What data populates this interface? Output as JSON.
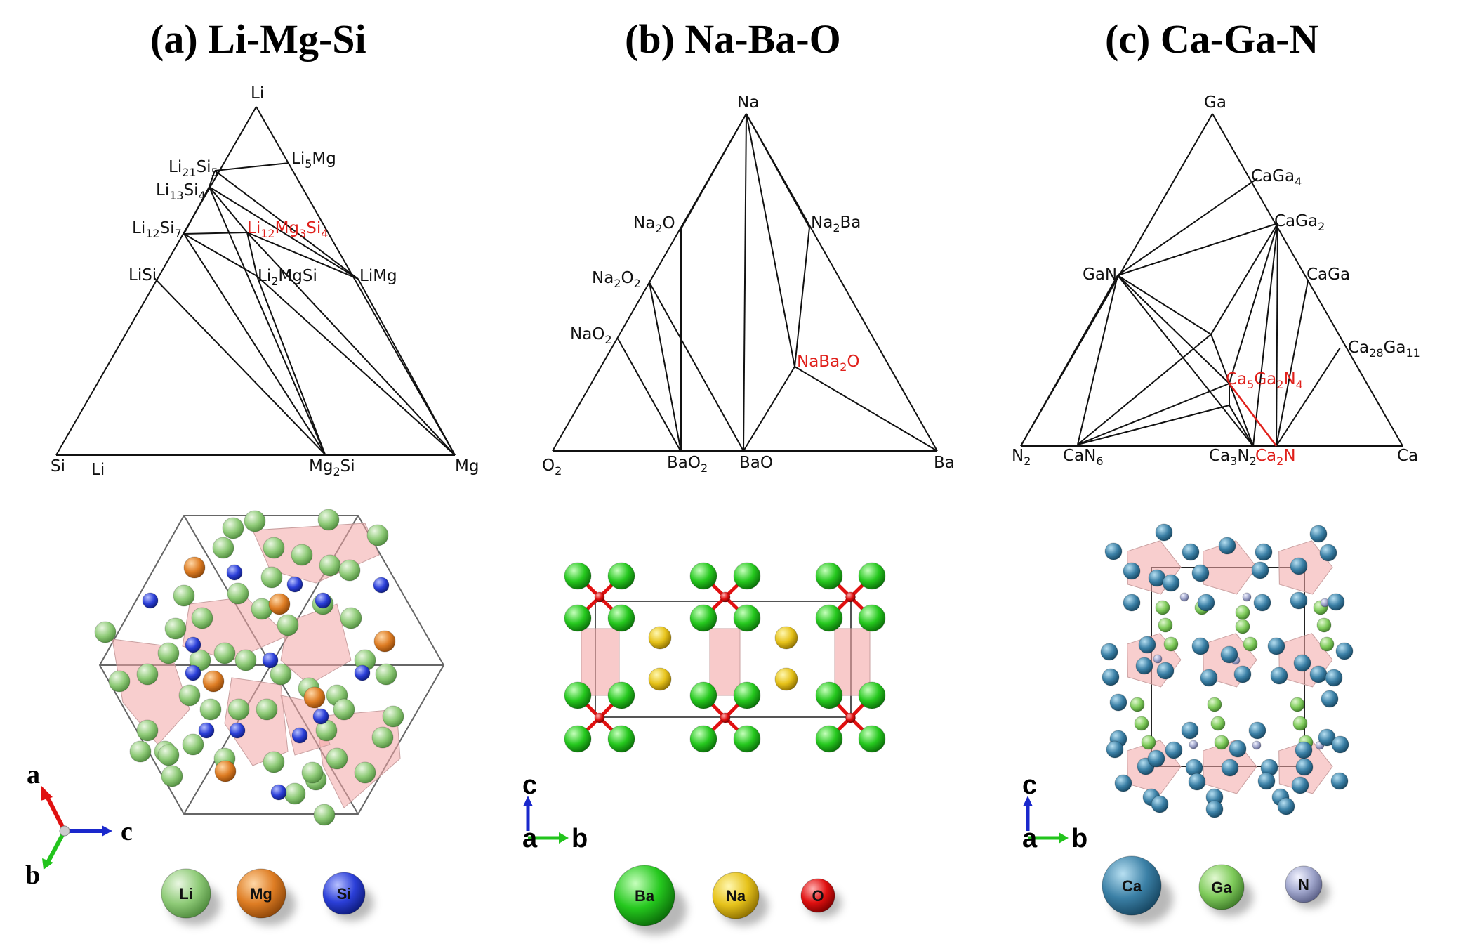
{
  "panels": [
    {
      "id": "a",
      "title": "(a) Li-Mg-Si",
      "phase_labels": [
        {
          "key": "Li",
          "text": "Li",
          "parts": [
            [
              "Li",
              ""
            ]
          ]
        },
        {
          "key": "Li5Mg",
          "parts": [
            [
              "Li",
              ""
            ],
            [
              "5",
              "sub"
            ],
            [
              "Mg",
              ""
            ]
          ]
        },
        {
          "key": "Li21Si5",
          "parts": [
            [
              "Li",
              ""
            ],
            [
              "21",
              "sub"
            ],
            [
              "Si",
              ""
            ],
            [
              "5",
              "sub"
            ]
          ]
        },
        {
          "key": "Li13Si4",
          "parts": [
            [
              "Li",
              ""
            ],
            [
              "13",
              "sub"
            ],
            [
              "Si",
              ""
            ],
            [
              "4",
              "sub"
            ]
          ]
        },
        {
          "key": "Li12Si7",
          "parts": [
            [
              "Li",
              ""
            ],
            [
              "12",
              "sub"
            ],
            [
              "Si",
              ""
            ],
            [
              "7",
              "sub"
            ]
          ]
        },
        {
          "key": "Li12Mg3Si4",
          "red": true,
          "parts": [
            [
              "Li",
              ""
            ],
            [
              "12",
              "sub"
            ],
            [
              "Mg",
              ""
            ],
            [
              "3",
              "sub"
            ],
            [
              "Si",
              ""
            ],
            [
              "4",
              "sub"
            ]
          ]
        },
        {
          "key": "LiSi",
          "parts": [
            [
              "LiSi",
              ""
            ]
          ]
        },
        {
          "key": "Li2MgSi",
          "parts": [
            [
              "Li",
              ""
            ],
            [
              "2",
              "sub"
            ],
            [
              "MgSi",
              ""
            ]
          ]
        },
        {
          "key": "LiMg",
          "parts": [
            [
              "LiMg",
              ""
            ]
          ]
        },
        {
          "key": "Si",
          "parts": [
            [
              "Si",
              ""
            ]
          ]
        },
        {
          "key": "Mg2Si",
          "parts": [
            [
              "Mg",
              ""
            ],
            [
              "2",
              "sub"
            ],
            [
              "Si",
              ""
            ]
          ]
        },
        {
          "key": "Mg",
          "parts": [
            [
              "Mg",
              ""
            ]
          ]
        }
      ],
      "stray_label": "Li",
      "axes": {
        "a": "a",
        "b": "b",
        "c": "c"
      },
      "legend": [
        {
          "symbol": "Li",
          "color": "#7fc26a"
        },
        {
          "symbol": "Mg",
          "color": "#d97a26"
        },
        {
          "symbol": "Si",
          "color": "#2a3fd6"
        }
      ]
    },
    {
      "id": "b",
      "title": "(b) Na-Ba-O",
      "phase_labels": [
        {
          "key": "Na",
          "parts": [
            [
              "Na",
              ""
            ]
          ]
        },
        {
          "key": "Na2O",
          "parts": [
            [
              "Na",
              ""
            ],
            [
              "2",
              "sub"
            ],
            [
              "O",
              ""
            ]
          ]
        },
        {
          "key": "Na2Ba",
          "parts": [
            [
              "Na",
              ""
            ],
            [
              "2",
              "sub"
            ],
            [
              "Ba",
              ""
            ]
          ]
        },
        {
          "key": "Na2O2",
          "parts": [
            [
              "Na",
              ""
            ],
            [
              "2",
              "sub"
            ],
            [
              "O",
              ""
            ],
            [
              "2",
              "sub"
            ]
          ]
        },
        {
          "key": "NaO2",
          "parts": [
            [
              "NaO",
              ""
            ],
            [
              "2",
              "sub"
            ]
          ]
        },
        {
          "key": "NaBa2O",
          "red": true,
          "parts": [
            [
              "NaBa",
              ""
            ],
            [
              "2",
              "sub"
            ],
            [
              "O",
              ""
            ]
          ]
        },
        {
          "key": "O2",
          "parts": [
            [
              "O",
              ""
            ],
            [
              "2",
              "sub"
            ]
          ]
        },
        {
          "key": "BaO2",
          "parts": [
            [
              "BaO",
              ""
            ],
            [
              "2",
              "sub"
            ]
          ]
        },
        {
          "key": "BaO",
          "parts": [
            [
              "BaO",
              ""
            ]
          ]
        },
        {
          "key": "Ba",
          "parts": [
            [
              "Ba",
              ""
            ]
          ]
        }
      ],
      "axes": {
        "c": "c",
        "a": "a",
        "b": "b"
      },
      "legend": [
        {
          "symbol": "Ba",
          "color": "#22c41c"
        },
        {
          "symbol": "Na",
          "color": "#e5c41a"
        },
        {
          "symbol": "O",
          "color": "#e01010"
        }
      ]
    },
    {
      "id": "c",
      "title": "(c) Ca-Ga-N",
      "phase_labels": [
        {
          "key": "Ga",
          "parts": [
            [
              "Ga",
              ""
            ]
          ]
        },
        {
          "key": "CaGa4",
          "parts": [
            [
              "CaGa",
              ""
            ],
            [
              "4",
              "sub"
            ]
          ]
        },
        {
          "key": "CaGa2",
          "parts": [
            [
              "CaGa",
              ""
            ],
            [
              "2",
              "sub"
            ]
          ]
        },
        {
          "key": "GaN",
          "parts": [
            [
              "GaN",
              ""
            ]
          ]
        },
        {
          "key": "CaGa",
          "parts": [
            [
              "CaGa",
              ""
            ]
          ]
        },
        {
          "key": "Ca28Ga11",
          "parts": [
            [
              "Ca",
              ""
            ],
            [
              "28",
              "sub"
            ],
            [
              "Ga",
              ""
            ],
            [
              "11",
              "sub"
            ]
          ]
        },
        {
          "key": "Ca5Ga2N4",
          "red": true,
          "parts": [
            [
              "Ca",
              ""
            ],
            [
              "5",
              "sub"
            ],
            [
              "Ga",
              ""
            ],
            [
              "2",
              "sub"
            ],
            [
              "N",
              ""
            ],
            [
              "4",
              "sub"
            ]
          ]
        },
        {
          "key": "N2",
          "parts": [
            [
              "N",
              ""
            ],
            [
              "2",
              "sub"
            ]
          ]
        },
        {
          "key": "CaN6",
          "parts": [
            [
              "CaN",
              ""
            ],
            [
              "6",
              "sub"
            ]
          ]
        },
        {
          "key": "Ca3N2",
          "parts": [
            [
              "Ca",
              ""
            ],
            [
              "3",
              "sub"
            ],
            [
              "N",
              ""
            ],
            [
              "2",
              "sub"
            ]
          ]
        },
        {
          "key": "Ca2N",
          "red": true,
          "parts": [
            [
              "Ca",
              ""
            ],
            [
              "2",
              "sub"
            ],
            [
              "N",
              ""
            ]
          ]
        },
        {
          "key": "Ca",
          "parts": [
            [
              "Ca",
              ""
            ]
          ]
        }
      ],
      "axes": {
        "c": "c",
        "a": "a",
        "b": "b"
      },
      "legend": [
        {
          "symbol": "Ca",
          "color": "#3b7fa3"
        },
        {
          "symbol": "Ga",
          "color": "#7fcc5a"
        },
        {
          "symbol": "N",
          "color": "#9aa0c8"
        }
      ]
    }
  ]
}
